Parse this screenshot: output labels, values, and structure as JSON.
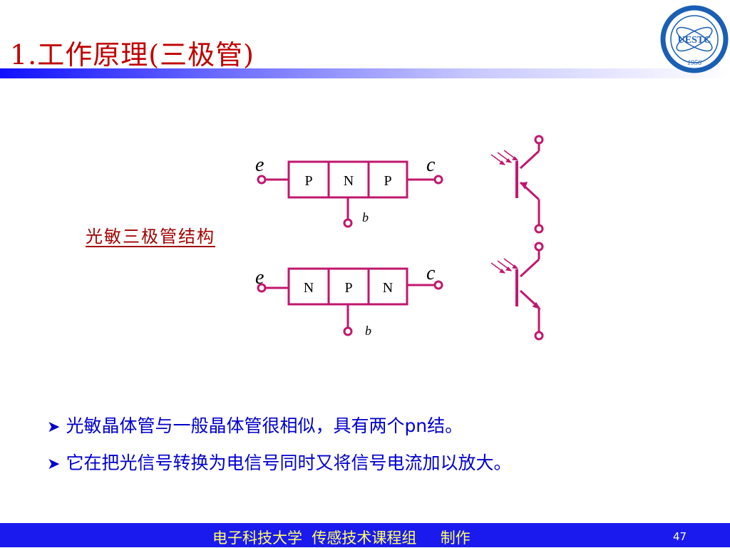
{
  "slide": {
    "title": "1.工作原理(三极管)",
    "structure_label": "光敏三极管结构",
    "bullets": [
      "光敏晶体管与一般晶体管很相似，具有两个pn结。",
      "它在把光信号转换为电信号同时又将信号电流加以放大。"
    ],
    "footer": "电子科技大学  传感技术课程组     制作",
    "page_number": "47"
  },
  "logo": {
    "text": "UESTC",
    "year": "1956"
  },
  "diagram": {
    "pnp": {
      "layers": [
        "P",
        "N",
        "P"
      ],
      "emitter": "e",
      "collector": "c",
      "base": "b"
    },
    "npn": {
      "layers": [
        "N",
        "P",
        "N"
      ],
      "emitter": "e",
      "collector": "c",
      "base": "b"
    }
  },
  "colors": {
    "title": "#c00000",
    "accent": "#c0186e",
    "bullet_text": "#0000cc",
    "footer_bg": "#1a1aee",
    "footer_text": "#ffff66"
  }
}
